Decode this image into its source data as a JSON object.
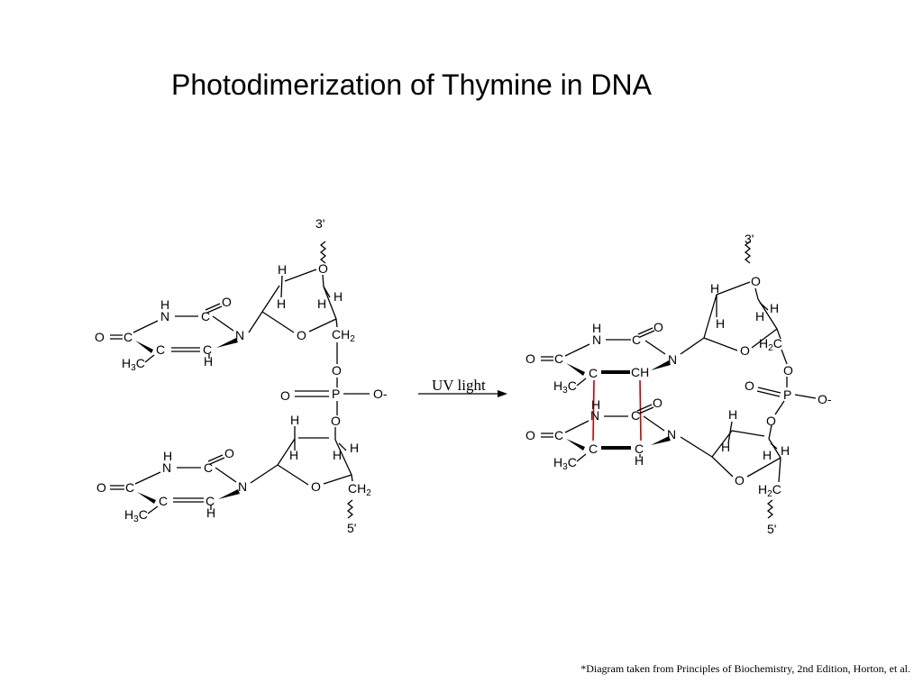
{
  "title": "Photodimerization of Thymine in DNA",
  "arrow_label": "UV light",
  "footnote": "*Diagram taken from Principles of Biochemistry, 2nd Edition, Horton, et al.",
  "colors": {
    "cyclobutane_bond": "#cc0000",
    "ink": "#000000"
  },
  "atoms": {
    "N": "N",
    "C": "C",
    "O": "O",
    "H": "H",
    "P": "P",
    "O_minus": "O-",
    "CH": "CH",
    "H3C": "H3C",
    "CH2": "CH2",
    "H2C": "H2C",
    "end3": "3'",
    "end5": "5'"
  }
}
